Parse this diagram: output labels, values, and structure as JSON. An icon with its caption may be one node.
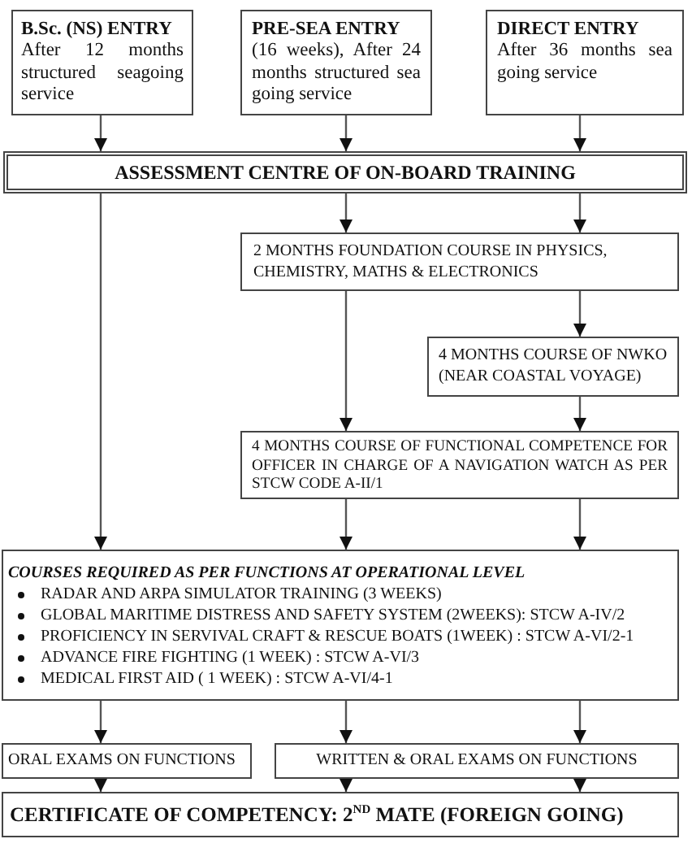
{
  "diagram": {
    "nodes": [
      {
        "text": [
          "B.Sc. (NS) ENTRY",
          "After 12 months structured seagoing service"
        ]
      },
      {
        "text": [
          "PRE-SEA ENTRY",
          "(16 weeks), After 24 months structured sea going service"
        ]
      },
      {
        "text": [
          "DIRECT ENTRY",
          "After 36 months sea going service"
        ]
      },
      {
        "text": [
          "ASSESSMENT CENTRE OF ON-BOARD TRAINING"
        ]
      },
      {
        "text": [
          "2 MONTHS FOUNDATION COURSE IN PHYSICS, CHEMISTRY, MATHS & ELECTRONICS"
        ]
      },
      {
        "text": [
          "4 MONTHS COURSE OF NWKO (NEAR COASTAL VOYAGE)"
        ]
      },
      {
        "text": [
          "4 MONTHS COURSE OF FUNCTIONAL COMPETENCE FOR OFFICER IN CHARGE OF A NAVIGATION WATCH AS PER STCW CODE A-II/1"
        ]
      },
      {
        "text": [
          "COURSES REQUIRED AS PER FUNCTIONS AT OPERATIONAL LEVEL",
          "RADAR AND ARPA SIMULATOR TRAINING (3 WEEKS)",
          "GLOBAL MARITIME DISTRESS AND SAFETY SYSTEM (2WEEKS): STCW A-IV/2",
          "PROFICIENCY IN SERVIVAL CRAFT & RESCUE BOATS (1WEEK) : STCW A-VI/2-1",
          "ADVANCE FIRE FIGHTING (1 WEEK) : STCW A-VI/3",
          "MEDICAL FIRST AID ( 1 WEEK) : STCW A-VI/4-1"
        ]
      },
      {
        "text": [
          "ORAL EXAMS ON FUNCTIONS"
        ]
      },
      {
        "text": [
          "WRITTEN & ORAL EXAMS ON FUNCTIONS"
        ]
      },
      {
        "text": [
          "CERTIFICATE OF COMPETENCY: 2$^{ND}$ MATE (FOREIGN GOING)"
        ]
      }
    ],
    "edges": [
      {
        "from": 0,
        "to": 3,
        "arrow": "to"
      },
      {
        "from": 1,
        "to": 3,
        "arrow": "to"
      },
      {
        "from": 2,
        "to": 3,
        "arrow": "to"
      },
      {
        "from": 3,
        "to": 7,
        "arrow": "to"
      },
      {
        "from": 3,
        "to": 4,
        "arrow": "to"
      },
      {
        "from": 3,
        "to": 4,
        "arrow": "to"
      },
      {
        "from": 4,
        "to": 6,
        "arrow": "to"
      },
      {
        "from": 4,
        "to": 5,
        "arrow": "to"
      },
      {
        "from": 5,
        "to": 6,
        "arrow": "to"
      },
      {
        "from": 6,
        "to": 7,
        "arrow": "to"
      },
      {
        "from": 6,
        "to": 7,
        "arrow": "to"
      },
      {
        "from": 7,
        "to": 8,
        "arrow": "to"
      },
      {
        "from": 7,
        "to": 9,
        "arrow": "to"
      },
      {
        "from": 7,
        "to": 9,
        "arrow": "to"
      },
      {
        "from": 8,
        "to": 10,
        "arrow": "to"
      },
      {
        "from": 9,
        "to": 10,
        "arrow": "to"
      },
      {
        "from": 9,
        "to": 10,
        "arrow": "to"
      }
    ]
  }
}
